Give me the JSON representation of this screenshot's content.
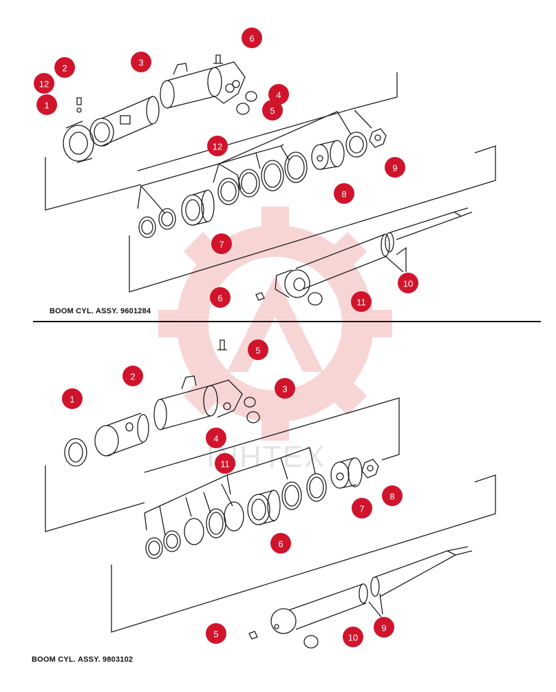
{
  "watermark": {
    "text": "INHTEX",
    "color": "#f4b4b4"
  },
  "callout_color": "#d0142c",
  "line_color": "#1a1a1a",
  "top_diagram": {
    "title": "BOOM CYL. ASSY. 9601284",
    "callouts": [
      {
        "id": "t1",
        "label": "1"
      },
      {
        "id": "t2",
        "label": "2"
      },
      {
        "id": "t12a",
        "label": "12"
      },
      {
        "id": "t3",
        "label": "3"
      },
      {
        "id": "t6a",
        "label": "6"
      },
      {
        "id": "t4",
        "label": "4"
      },
      {
        "id": "t5",
        "label": "5"
      },
      {
        "id": "t12b",
        "label": "12"
      },
      {
        "id": "t9",
        "label": "9"
      },
      {
        "id": "t8",
        "label": "8"
      },
      {
        "id": "t7",
        "label": "7"
      },
      {
        "id": "t10",
        "label": "10"
      },
      {
        "id": "t6b",
        "label": "6"
      },
      {
        "id": "t11",
        "label": "11"
      }
    ]
  },
  "bottom_diagram": {
    "title": "BOOM CYL. ASSY. 9803102",
    "callouts": [
      {
        "id": "b5a",
        "label": "5"
      },
      {
        "id": "b2",
        "label": "2"
      },
      {
        "id": "b3",
        "label": "3"
      },
      {
        "id": "b1",
        "label": "1"
      },
      {
        "id": "b4",
        "label": "4"
      },
      {
        "id": "b11",
        "label": "11"
      },
      {
        "id": "b8",
        "label": "8"
      },
      {
        "id": "b7",
        "label": "7"
      },
      {
        "id": "b6",
        "label": "6"
      },
      {
        "id": "b9",
        "label": "9"
      },
      {
        "id": "b5b",
        "label": "5"
      },
      {
        "id": "b10",
        "label": "10"
      }
    ]
  }
}
